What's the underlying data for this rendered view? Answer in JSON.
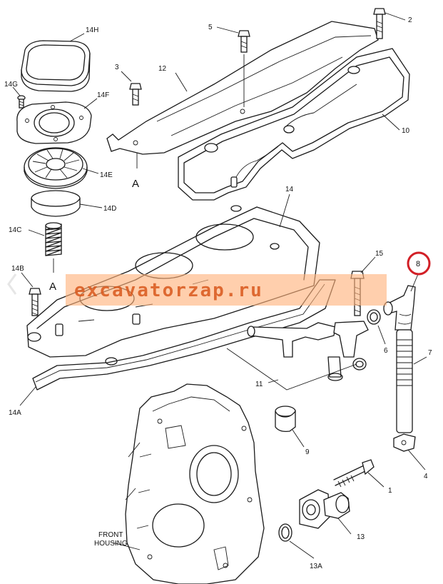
{
  "watermark": {
    "text": "excavatorzap.ru",
    "band_color": "#ffb27a",
    "text_color": "#d9581c"
  },
  "callout": {
    "label": "8",
    "color": "#d21f26"
  },
  "labels": {
    "p1": "1",
    "p2": "2",
    "p3": "3",
    "p4": "4",
    "p5": "5",
    "p6": "6",
    "p7": "7",
    "p9": "9",
    "p10": "10",
    "p11": "11",
    "p12": "12",
    "p13": "13",
    "p13a": "13A",
    "p14": "14",
    "p14a": "14A",
    "p14b": "14B",
    "p14c": "14C",
    "p14d": "14D",
    "p14e": "14E",
    "p14f": "14F",
    "p14g": "14G",
    "p14h": "14H",
    "p15": "15",
    "view_a_upper": "A",
    "view_a_lower": "A",
    "front_housing_line1": "FRONT",
    "front_housing_line2": "HOUSING"
  },
  "nav": {
    "prev_icon": "chevron-left-icon"
  }
}
